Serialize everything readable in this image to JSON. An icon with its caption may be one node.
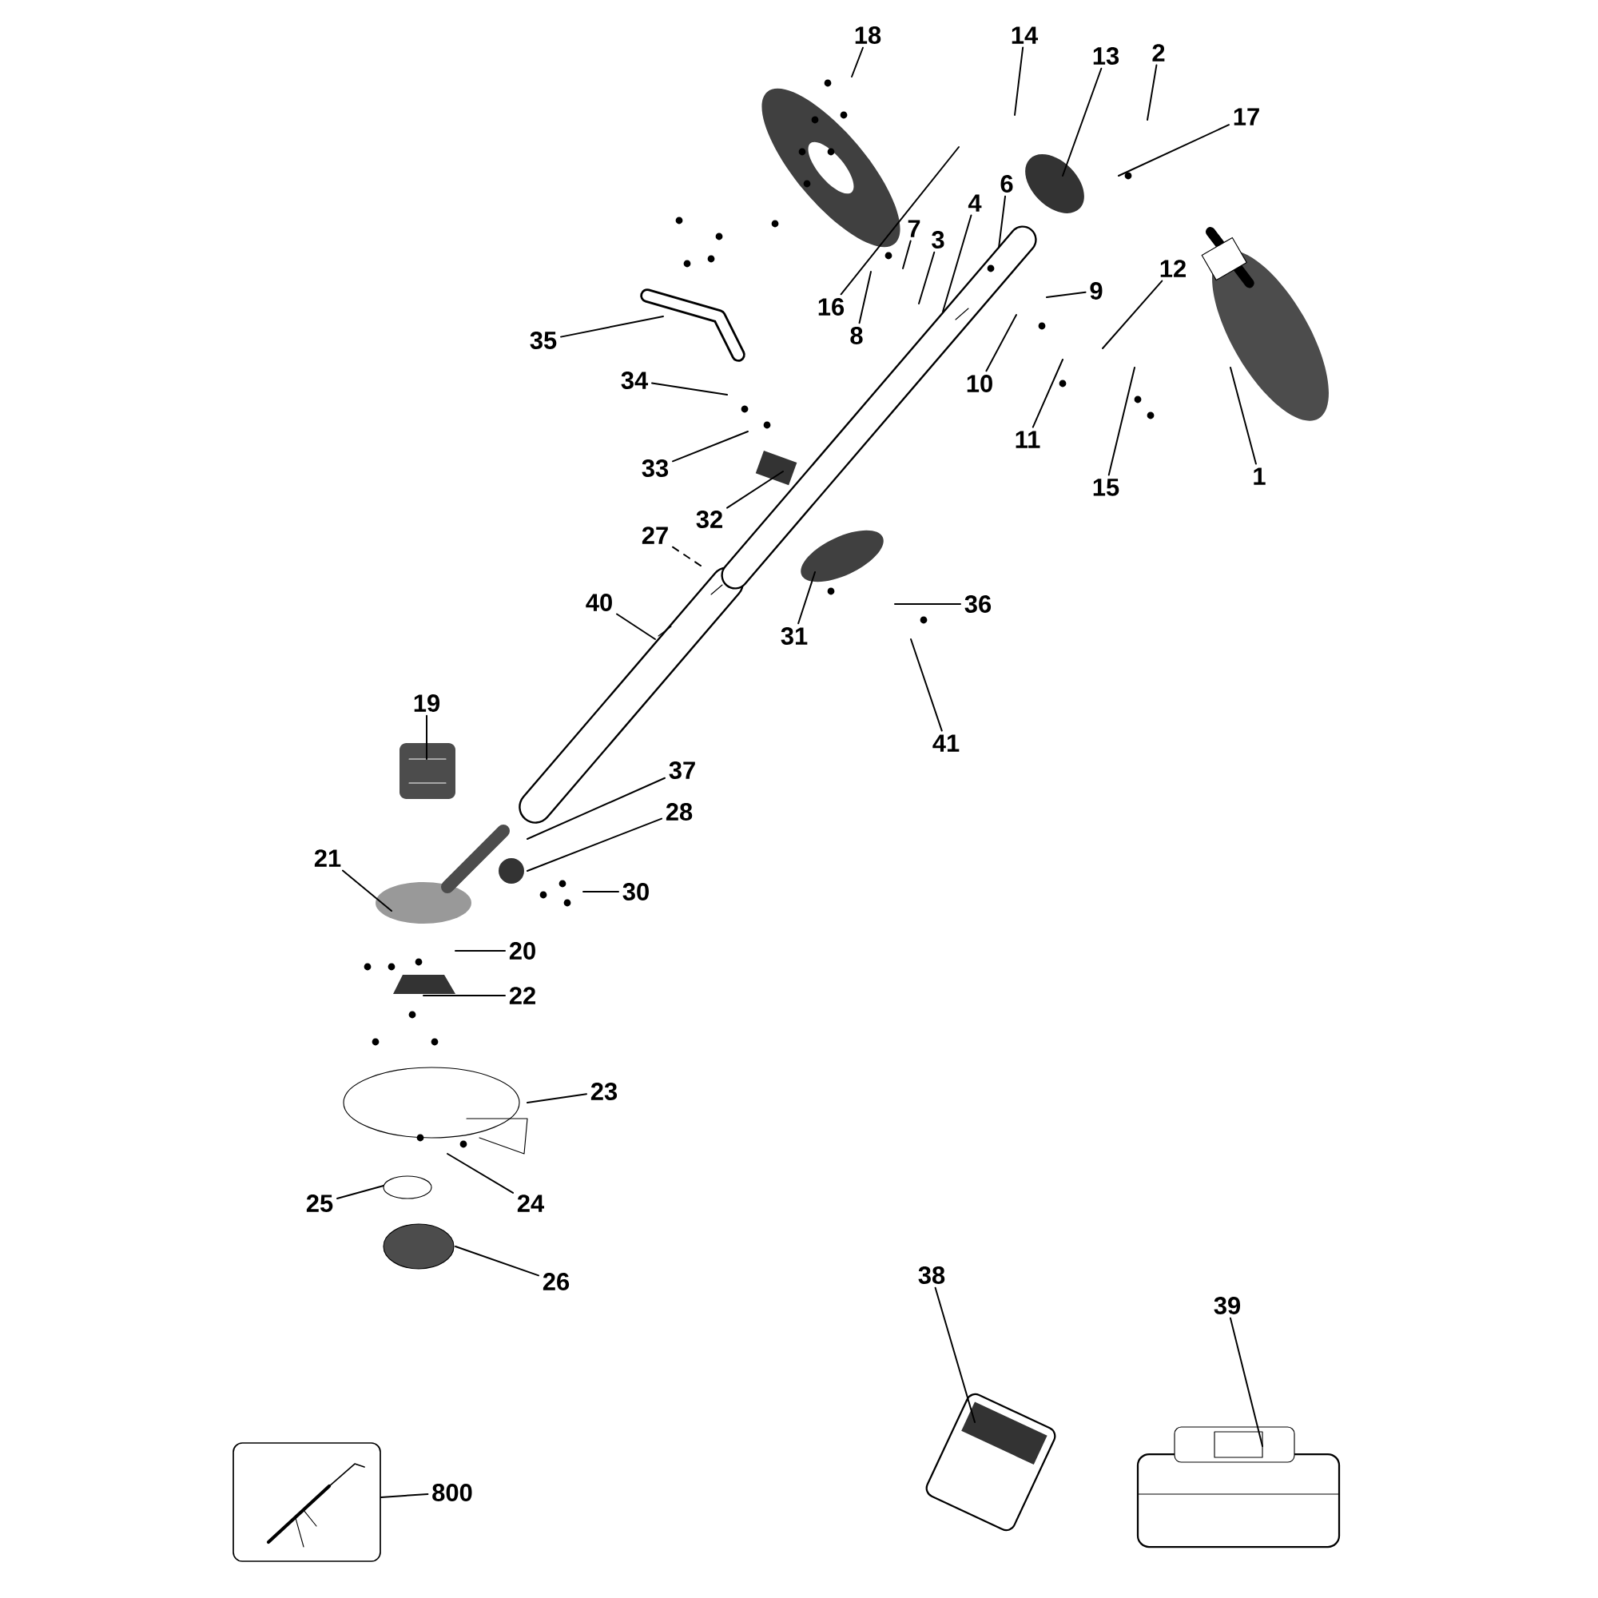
{
  "diagram": {
    "nodes": [
      {
        "text": [
          "18"
        ]
      },
      {
        "text": [
          "14"
        ]
      },
      {
        "text": [
          "2"
        ]
      },
      {
        "text": [
          "13"
        ]
      },
      {
        "text": [
          "17"
        ]
      },
      {
        "text": [
          "6"
        ]
      },
      {
        "text": [
          "4"
        ]
      },
      {
        "text": [
          "7"
        ]
      },
      {
        "text": [
          "3"
        ]
      },
      {
        "text": [
          "9"
        ]
      },
      {
        "text": [
          "12"
        ]
      },
      {
        "text": [
          "16"
        ]
      },
      {
        "text": [
          "8"
        ]
      },
      {
        "text": [
          "35"
        ]
      },
      {
        "text": [
          "34"
        ]
      },
      {
        "text": [
          "10"
        ]
      },
      {
        "text": [
          "11"
        ]
      },
      {
        "text": [
          "33"
        ]
      },
      {
        "text": [
          "1"
        ]
      },
      {
        "text": [
          "15"
        ]
      },
      {
        "text": [
          "32"
        ]
      },
      {
        "text": [
          "27"
        ]
      },
      {
        "text": [
          "40"
        ]
      },
      {
        "text": [
          "36"
        ]
      },
      {
        "text": [
          "31"
        ]
      },
      {
        "text": [
          "41"
        ]
      },
      {
        "text": [
          "19"
        ]
      },
      {
        "text": [
          "37"
        ]
      },
      {
        "text": [
          "28"
        ]
      },
      {
        "text": [
          "21"
        ]
      },
      {
        "text": [
          "30"
        ]
      },
      {
        "text": [
          "20"
        ]
      },
      {
        "text": [
          "22"
        ]
      },
      {
        "text": [
          "23"
        ]
      },
      {
        "text": [
          "25"
        ]
      },
      {
        "text": [
          "24"
        ]
      },
      {
        "text": [
          "26"
        ]
      },
      {
        "text": [
          "38"
        ]
      },
      {
        "text": [
          "39"
        ]
      },
      {
        "text": [
          "800"
        ]
      },
      {
        "text": [],
        "shape": "box"
      }
    ],
    "edges": [
      {
        "from": 0,
        "to": null,
        "arrow": "none"
      },
      {
        "from": 1,
        "to": null,
        "arrow": "none"
      },
      {
        "from": 2,
        "to": null,
        "arrow": "none"
      },
      {
        "from": 3,
        "to": null,
        "arrow": "none"
      },
      {
        "from": 4,
        "to": null,
        "arrow": "none"
      },
      {
        "from": 5,
        "to": null,
        "arrow": "none"
      },
      {
        "from": 6,
        "to": null,
        "arrow": "none"
      },
      {
        "from": 7,
        "to": null,
        "arrow": "none"
      },
      {
        "from": 8,
        "to": null,
        "arrow": "none"
      },
      {
        "from": 9,
        "to": null,
        "arrow": "none"
      },
      {
        "from": 10,
        "to": null,
        "arrow": "none"
      },
      {
        "from": 11,
        "to": null,
        "arrow": "none"
      },
      {
        "from": 12,
        "to": null,
        "arrow": "none"
      },
      {
        "from": 13,
        "to": null,
        "arrow": "none"
      },
      {
        "from": 14,
        "to": null,
        "arrow": "none"
      },
      {
        "from": 15,
        "to": null,
        "arrow": "none"
      },
      {
        "from": 16,
        "to": null,
        "arrow": "none"
      },
      {
        "from": 17,
        "to": null,
        "arrow": "none"
      },
      {
        "from": 18,
        "to": null,
        "arrow": "none"
      },
      {
        "from": 19,
        "to": null,
        "arrow": "none"
      },
      {
        "from": 20,
        "to": null,
        "arrow": "none"
      },
      {
        "from": 21,
        "to": null,
        "arrow": "none",
        "style": "dashed"
      },
      {
        "from": 22,
        "to": null,
        "arrow": "none"
      },
      {
        "from": 23,
        "to": null,
        "arrow": "none"
      },
      {
        "from": 24,
        "to": null,
        "arrow": "none"
      },
      {
        "from": 25,
        "to": null,
        "arrow": "none"
      },
      {
        "from": 26,
        "to": null,
        "arrow": "none"
      },
      {
        "from": 27,
        "to": null,
        "arrow": "none"
      },
      {
        "from": 28,
        "to": null,
        "arrow": "none"
      },
      {
        "from": 29,
        "to": null,
        "arrow": "none"
      },
      {
        "from": 30,
        "to": null,
        "arrow": "none"
      },
      {
        "from": 31,
        "to": null,
        "arrow": "none"
      },
      {
        "from": 32,
        "to": null,
        "arrow": "none"
      },
      {
        "from": 33,
        "to": null,
        "arrow": "none"
      },
      {
        "from": 34,
        "to": null,
        "arrow": "none"
      },
      {
        "from": 35,
        "to": null,
        "arrow": "none"
      },
      {
        "from": 36,
        "to": null,
        "arrow": "none"
      },
      {
        "from": 37,
        "to": null,
        "arrow": "none"
      },
      {
        "from": 38,
        "to": null,
        "arrow": "none"
      },
      {
        "from": 39,
        "to": 40,
        "arrow": "none"
      }
    ]
  }
}
